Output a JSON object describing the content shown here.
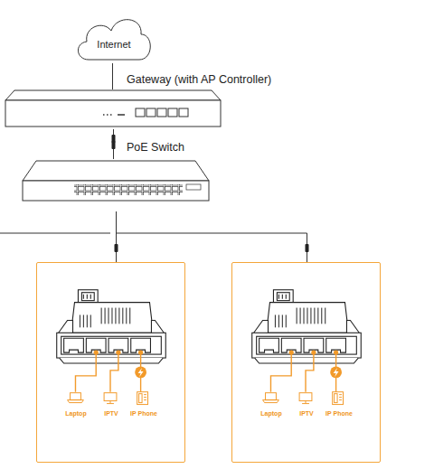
{
  "diagram": {
    "nodes": [
      {
        "text": [
          "Internet"
        ]
      },
      {
        "text": [
          "Gateway (with AP Controller)"
        ]
      },
      {
        "text": [
          "PoE Switch"
        ]
      },
      {
        "text": [
          "Laptop",
          "IPTV",
          "IP Phone"
        ]
      },
      {
        "text": [
          "Laptop",
          "IPTV",
          "IP Phone"
        ]
      }
    ],
    "edges": [
      {
        "from": 0,
        "to": 1,
        "arrow": "none"
      },
      {
        "from": 1,
        "to": 2,
        "arrow": "none"
      },
      {
        "from": 2,
        "to": 3,
        "arrow": "none"
      },
      {
        "from": 2,
        "to": 4,
        "arrow": "none"
      }
    ]
  }
}
